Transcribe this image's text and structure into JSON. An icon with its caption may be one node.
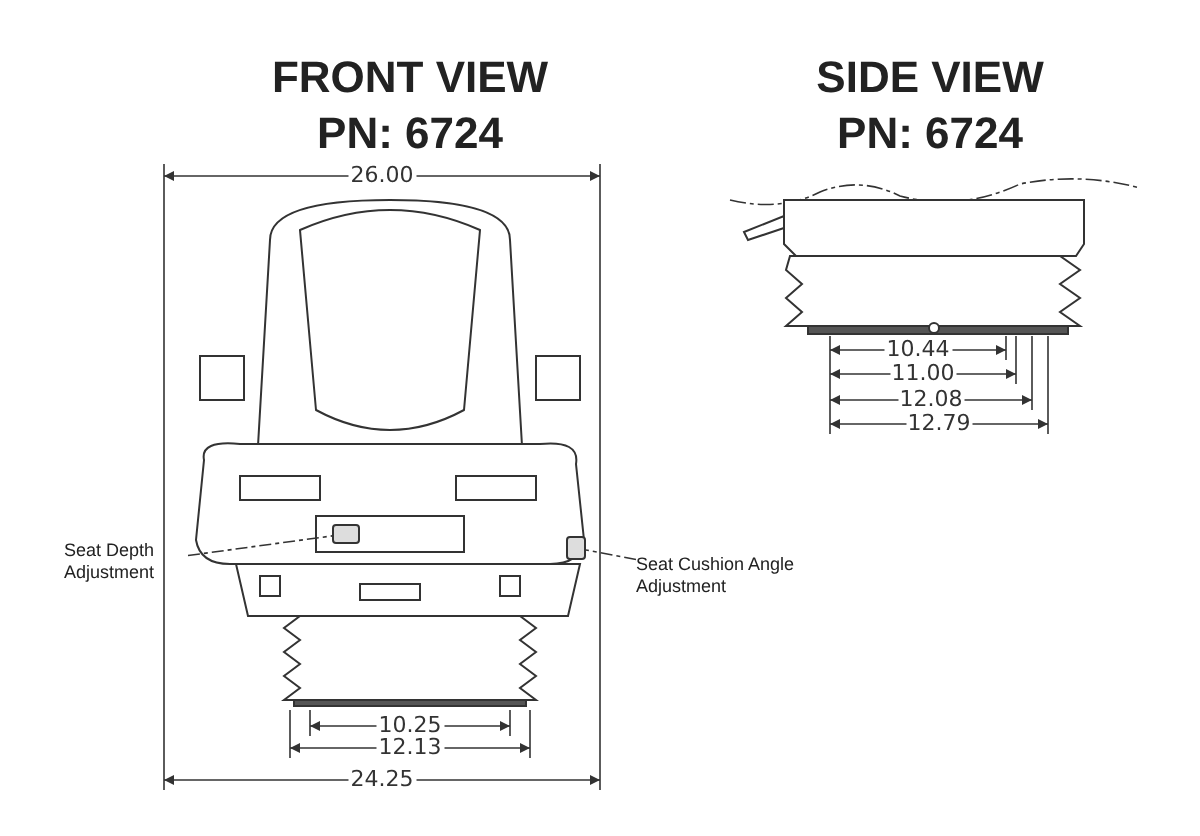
{
  "diagram": {
    "nodes": [
      {
        "text": [
          "Seat Depth Adjustment"
        ]
      },
      {
        "text": [
          "Seat Cushion Angle Adjustment"
        ]
      },
      {
        "text": [],
        "shape": "box"
      },
      {
        "text": [],
        "shape": "box"
      }
    ],
    "edges": [
      {
        "from": 0,
        "to": 2,
        "arrow": "none",
        "style": "dashed"
      },
      {
        "from": 1,
        "to": 3,
        "arrow": "none",
        "style": "dashed"
      }
    ],
    "labels": [
      "FRONT VIEW",
      "PN: 6724",
      "SIDE VIEW",
      "PN: 6724",
      "26.00",
      "10.44",
      "11.00",
      "12.08",
      "12.79",
      "10.25",
      "12.13",
      "24.25"
    ]
  }
}
